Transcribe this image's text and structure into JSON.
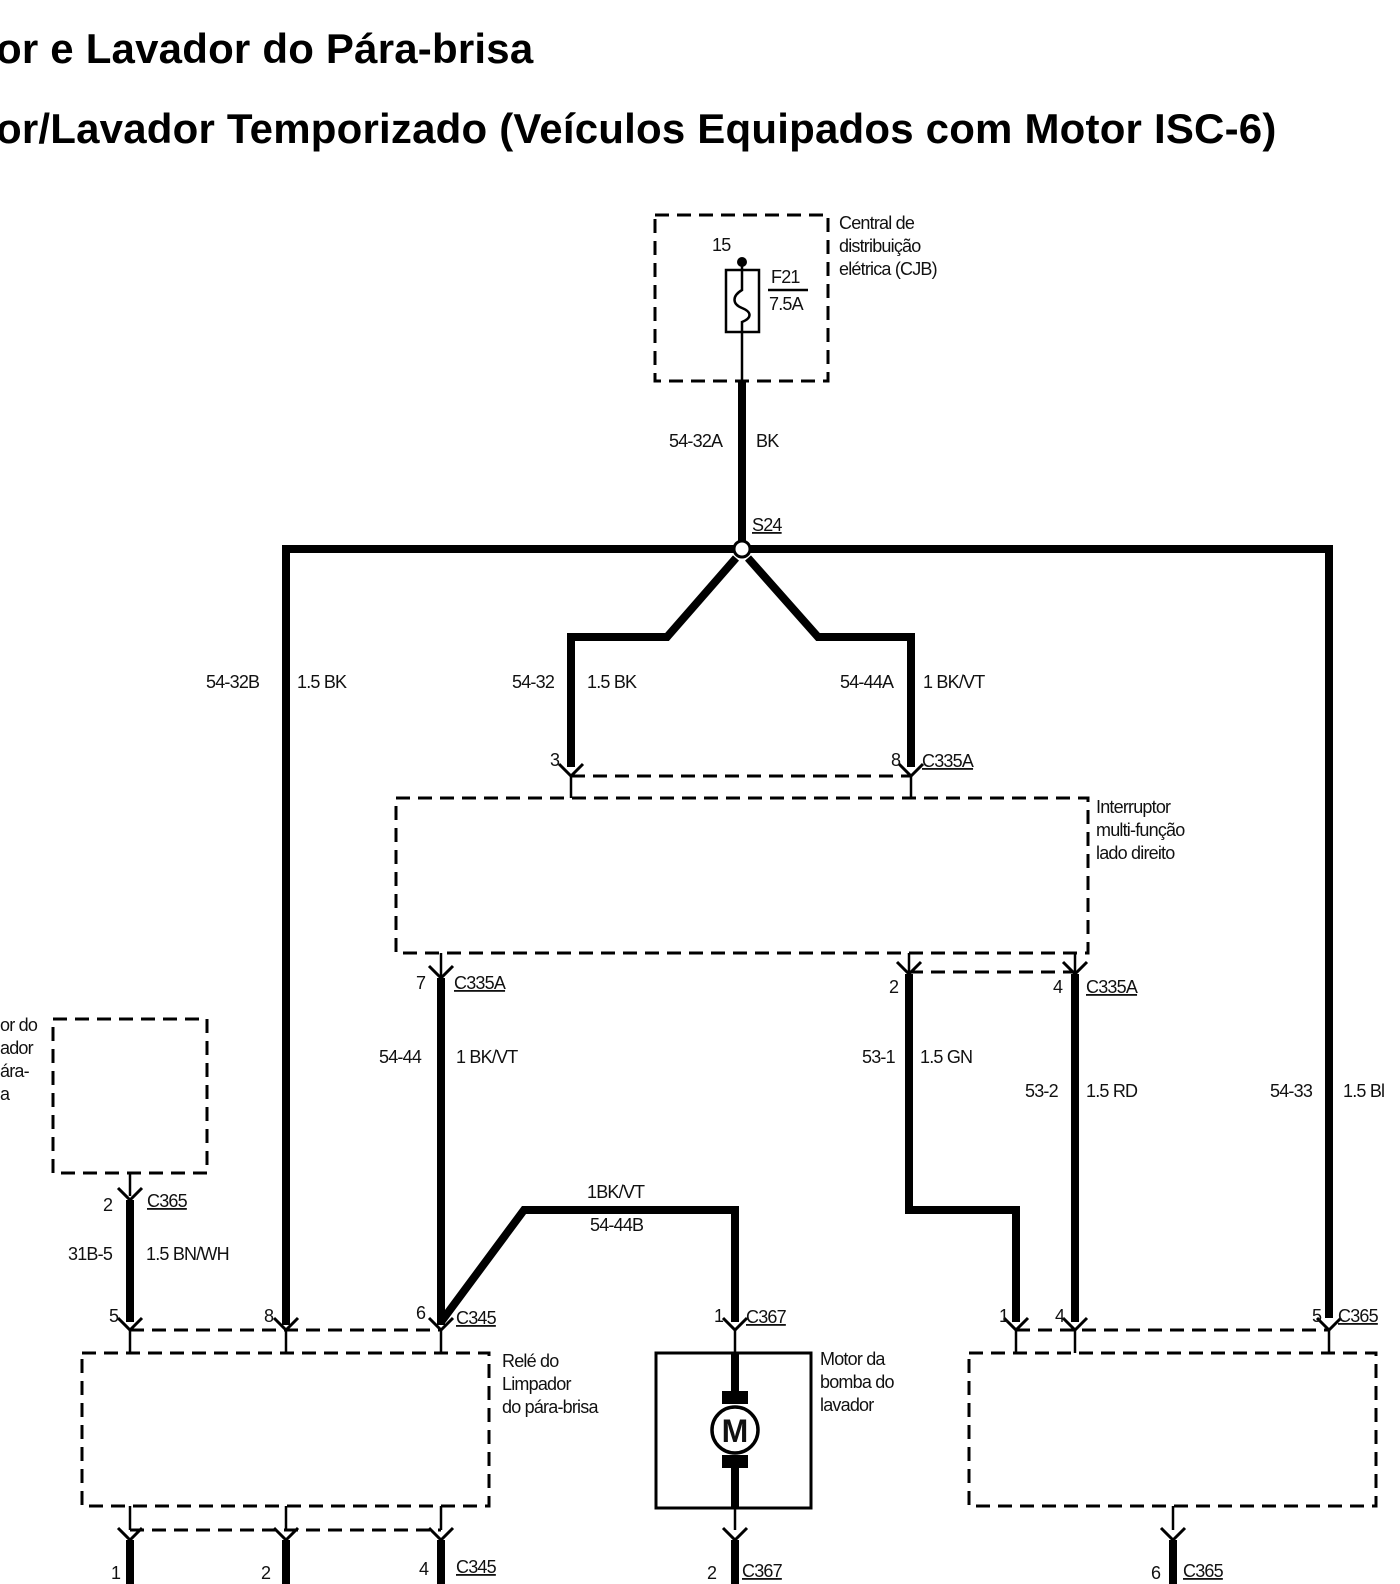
{
  "titles": {
    "line1": "or e Lavador do Pára-brisa",
    "line2": "or/Lavador Temporizado (Veículos Equipados com Motor ISC-6)"
  },
  "fuse_box": {
    "label_lines": [
      "Central de",
      "distribuição",
      "elétrica (CJB)"
    ],
    "pin": "15",
    "fuse_name": "F21",
    "fuse_rating": "7.5A"
  },
  "wires": {
    "w_54_32A": {
      "circuit": "54-32A",
      "color": "BK"
    },
    "w_54_32B": {
      "circuit": "54-32B",
      "color": "1.5 BK"
    },
    "w_54_32": {
      "circuit": "54-32",
      "color": "1.5 BK"
    },
    "w_54_44A": {
      "circuit": "54-44A",
      "color": "1 BK/VT"
    },
    "w_54_44": {
      "circuit": "54-44",
      "color": "1 BK/VT"
    },
    "w_53_1": {
      "circuit": "53-1",
      "color": "1.5 GN"
    },
    "w_53_2": {
      "circuit": "53-2",
      "color": "1.5 RD"
    },
    "w_54_33": {
      "circuit": "54-33",
      "color": "1.5 Bl"
    },
    "w_31B_5": {
      "circuit": "31B-5",
      "color": "1.5 BN/WH"
    },
    "w_54_44B": {
      "circuit": "54-44B",
      "color": "1BK/VT"
    }
  },
  "splice": "S24",
  "switch": {
    "label_lines": [
      "Interruptor",
      "multi-função",
      "lado direito"
    ]
  },
  "left_component": {
    "label_lines": [
      "or do",
      "ador",
      "ára-",
      "a"
    ]
  },
  "relay": {
    "label_lines": [
      "Relé do",
      "Limpador",
      "do pára-brisa"
    ]
  },
  "pump_motor": {
    "label_lines": [
      "Motor da",
      "bomba do",
      "lavador"
    ],
    "symbol": "M"
  },
  "connectors": {
    "c335a_3": {
      "pin": "3"
    },
    "c335a_8": {
      "pin": "8",
      "name": "C335A"
    },
    "c335a_7": {
      "pin": "7",
      "name": "C335A"
    },
    "c335a_2": {
      "pin": "2"
    },
    "c335a_4": {
      "pin": "4",
      "name": "C335A"
    },
    "c365_2": {
      "pin": "2",
      "name": "C365"
    },
    "c365_5_left": {
      "pin": "5"
    },
    "c345_8": {
      "pin": "8"
    },
    "c345_6": {
      "pin": "6",
      "name": "C345"
    },
    "c367_1": {
      "pin": "1",
      "name": "C367"
    },
    "c365_1": {
      "pin": "1"
    },
    "c365_4": {
      "pin": "4"
    },
    "c365_5_right": {
      "pin": "5",
      "name": "C365"
    },
    "c345_1": {
      "pin": "1"
    },
    "c345_2": {
      "pin": "2"
    },
    "c345_4": {
      "pin": "4",
      "name": "C345"
    },
    "c367_2": {
      "pin": "2",
      "name": "C367"
    },
    "c365_6": {
      "pin": "6",
      "name": "C365"
    }
  }
}
